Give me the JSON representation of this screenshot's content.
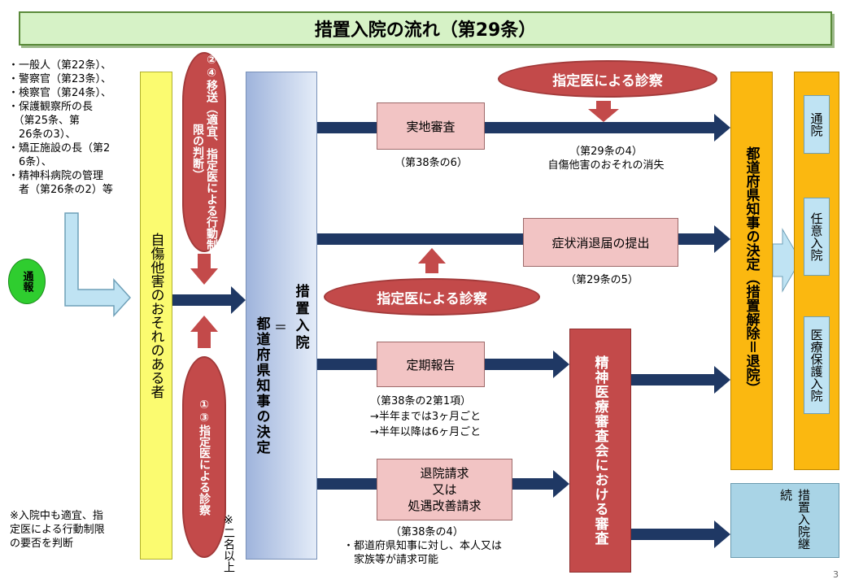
{
  "title": "措置入院の流れ（第29条）",
  "notifiers": [
    "・一般人（第22条）、",
    "・警察官（第23条）、",
    "・検察官（第24条）、",
    "・保護観察所の長",
    "　（第25条、第",
    "　26条の3）、",
    "・矯正施設の長（第2",
    "　6条）、",
    "・精神科病院の管理",
    "　者（第26条の2）等"
  ],
  "report_label": "通報",
  "person_label": "自傷他害のおそれのある者",
  "transfer_oval": "②④移送（適宜、指定医による行動制限の判断）",
  "exam_oval_left": "①③指定医による診察",
  "two_or_more_note": "※二名以上",
  "inpatient_note": [
    "※入院中も適宜、指",
    "定医による行動制限",
    "の要否を判断"
  ],
  "governor_decision": "都道府県知事の決定",
  "equals_sign": "＝",
  "involuntary_admission": "措置入院",
  "exam_oval_top": "指定医による診察",
  "exam_oval_mid": "指定医による診察",
  "site_inspection": "実地審査",
  "site_inspection_article": "（第38条の6）",
  "danger_gone_article": "（第29条の4）",
  "danger_gone": "自傷他害のおそれの消失",
  "symptom_report": "症状消退届の提出",
  "symptom_report_article": "（第29条の5）",
  "periodic_report": "定期報告",
  "periodic_report_notes": [
    "（第38条の2第1項）",
    "→半年までは3ヶ月ごと",
    "→半年以降は6ヶ月ごと"
  ],
  "discharge_request": [
    "退院請求",
    "又は",
    "処遇改善請求"
  ],
  "discharge_request_notes": [
    "（第38条の4）",
    "・都道府県知事に対し、本人又は",
    "　家族等が請求可能"
  ],
  "review_board": "精神医療審査会における審査",
  "release_decision": "都道府県知事の決定（措置解除＝退院）",
  "option_outpatient": "通院",
  "option_voluntary": "任意入院",
  "option_medical_protection": "医療保護入院",
  "continued_admission": "措置入院継続",
  "page_number": "3"
}
